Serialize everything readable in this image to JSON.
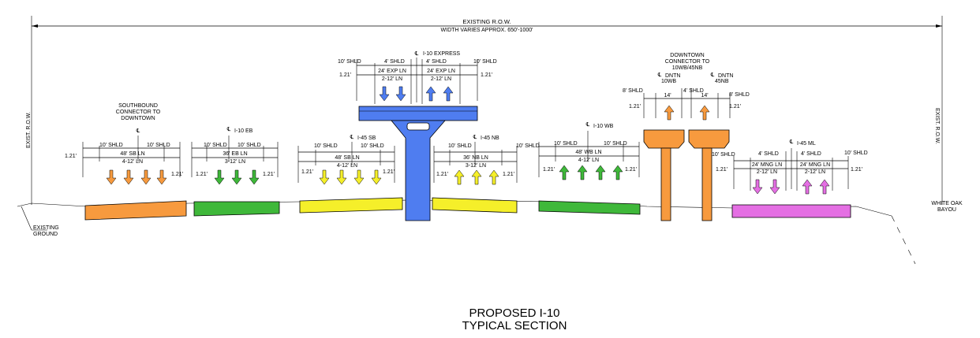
{
  "row": {
    "title": "EXISTING R.O.W.",
    "subtitle": "WIDTH VARIES APPROX. 650'-1000'",
    "left": "EXIST. R.O.W.",
    "right": "EXIST. R.O.W."
  },
  "ground": {
    "label_line1": "EXISTING",
    "label_line2": "GROUND",
    "bayou_line1": "WHITE OAK",
    "bayou_line2": "BAYOU"
  },
  "slope": "1.21'",
  "sections": {
    "sb_connector": {
      "name_line1": "SOUTHBOUND",
      "name_line2": "CONNECTOR TO",
      "name_line3": "DOWNTOWN",
      "shld_l": "10' SHLD",
      "shld_r": "10' SHLD",
      "width": "48' SB LN",
      "lanes": "4-12' LN",
      "color": "#f79a3e"
    },
    "i10_eb": {
      "cl": "I-10 EB",
      "shld_l": "10' SHLD",
      "shld_r": "10' SHLD",
      "width": "36' EB LN",
      "lanes": "3-12' LN",
      "color": "#3fb83a"
    },
    "i45_sb": {
      "cl": "I-45 SB",
      "shld_l": "10' SHLD",
      "shld_r": "10' SHLD",
      "width": "48' SB LN",
      "lanes": "4-12' LN",
      "color": "#f5ef2a"
    },
    "i45_nb": {
      "cl": "I-45 NB",
      "shld_l": "10' SHLD",
      "shld_r": "10' SHLD",
      "width": "36' NB LN",
      "lanes": "3-12' LN",
      "color": "#f5ef2a"
    },
    "i10_wb": {
      "cl": "I-10 WB",
      "shld_l": "10' SHLD",
      "shld_r": "10' SHLD",
      "width": "48' WB LN",
      "lanes": "4-12' LN",
      "color": "#3fb83a"
    },
    "i10_express": {
      "cl": "I-10 EXPRESS",
      "shld_out_l": "10' SHLD",
      "shld_in_l": "4' SHLD",
      "shld_in_r": "4' SHLD",
      "shld_out_r": "10' SHLD",
      "width_l": "24' EXP LN",
      "width_r": "24' EXP LN",
      "lanes_l": "2-12' LN",
      "lanes_r": "2-12' LN",
      "color": "#4f7df0"
    },
    "downtown_connector": {
      "name_line1": "DOWNTOWN",
      "name_line2": "CONNECTOR TO",
      "name_line3": "10WB/45NB",
      "cl_l_1": "DNTN",
      "cl_l_2": "10WB",
      "cl_r_1": "DNTN",
      "cl_r_2": "45NB",
      "shld_l": "8' SHLD",
      "shld_c": "4' SHLD",
      "shld_r": "8' SHLD",
      "lane_l": "14'",
      "lane_r": "14'",
      "color": "#f79a3e"
    },
    "i45_ml": {
      "cl": "I-45 ML",
      "shld_out_l": "10' SHLD",
      "shld_in_l": "4' SHLD",
      "shld_in_r": "4' SHLD",
      "shld_out_r": "10' SHLD",
      "width_l": "24' MNG LN",
      "width_r": "24' MNG LN",
      "lanes_l": "2-12' LN",
      "lanes_r": "2-12' LN",
      "color": "#e46fe3"
    }
  },
  "caption": {
    "line1": "PROPOSED I-10",
    "line2": "TYPICAL SECTION"
  }
}
